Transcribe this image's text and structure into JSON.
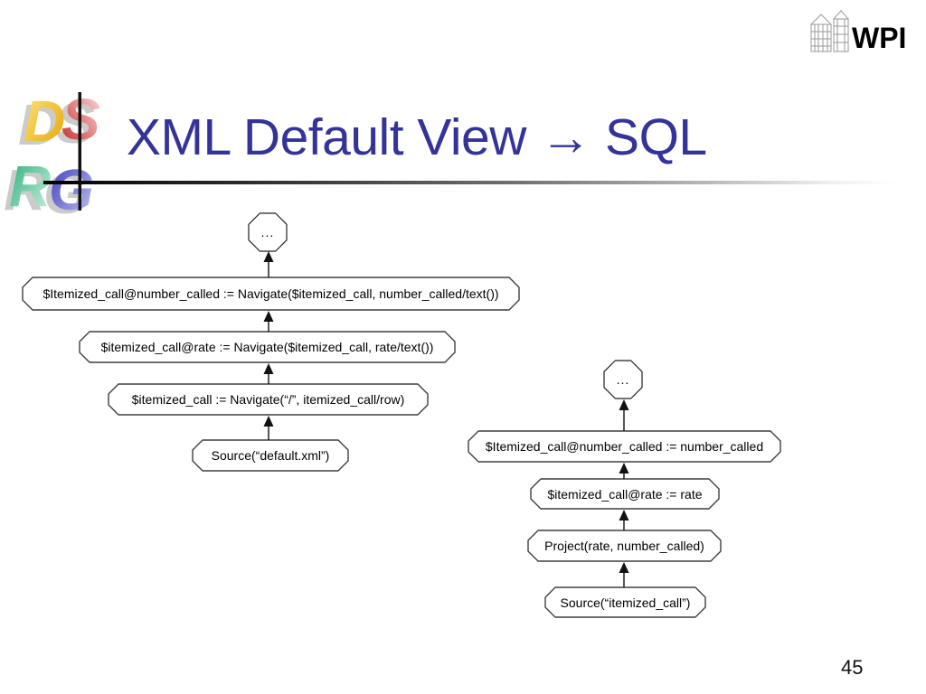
{
  "slide": {
    "title": "XML Default View → SQL",
    "page_number": "45"
  },
  "logos": {
    "wpi_text": "WPI",
    "dsrg": {
      "d": "D",
      "s": "S",
      "r": "R",
      "g": "G"
    }
  },
  "left_plan": {
    "root_ellipsis": "...",
    "nodes": [
      "$Itemized_call@number_called := Navigate($itemized_call, number_called/text())",
      "$itemized_call@rate := Navigate($itemized_call, rate/text())",
      "$itemized_call := Navigate(“/”, itemized_call/row)",
      "Source(“default.xml”)"
    ]
  },
  "right_plan": {
    "root_ellipsis": "...",
    "nodes": [
      "$Itemized_call@number_called := number_called",
      "$itemized_call@rate := rate",
      "Project(rate, number_called)",
      "Source(“itemized_call”)"
    ]
  }
}
